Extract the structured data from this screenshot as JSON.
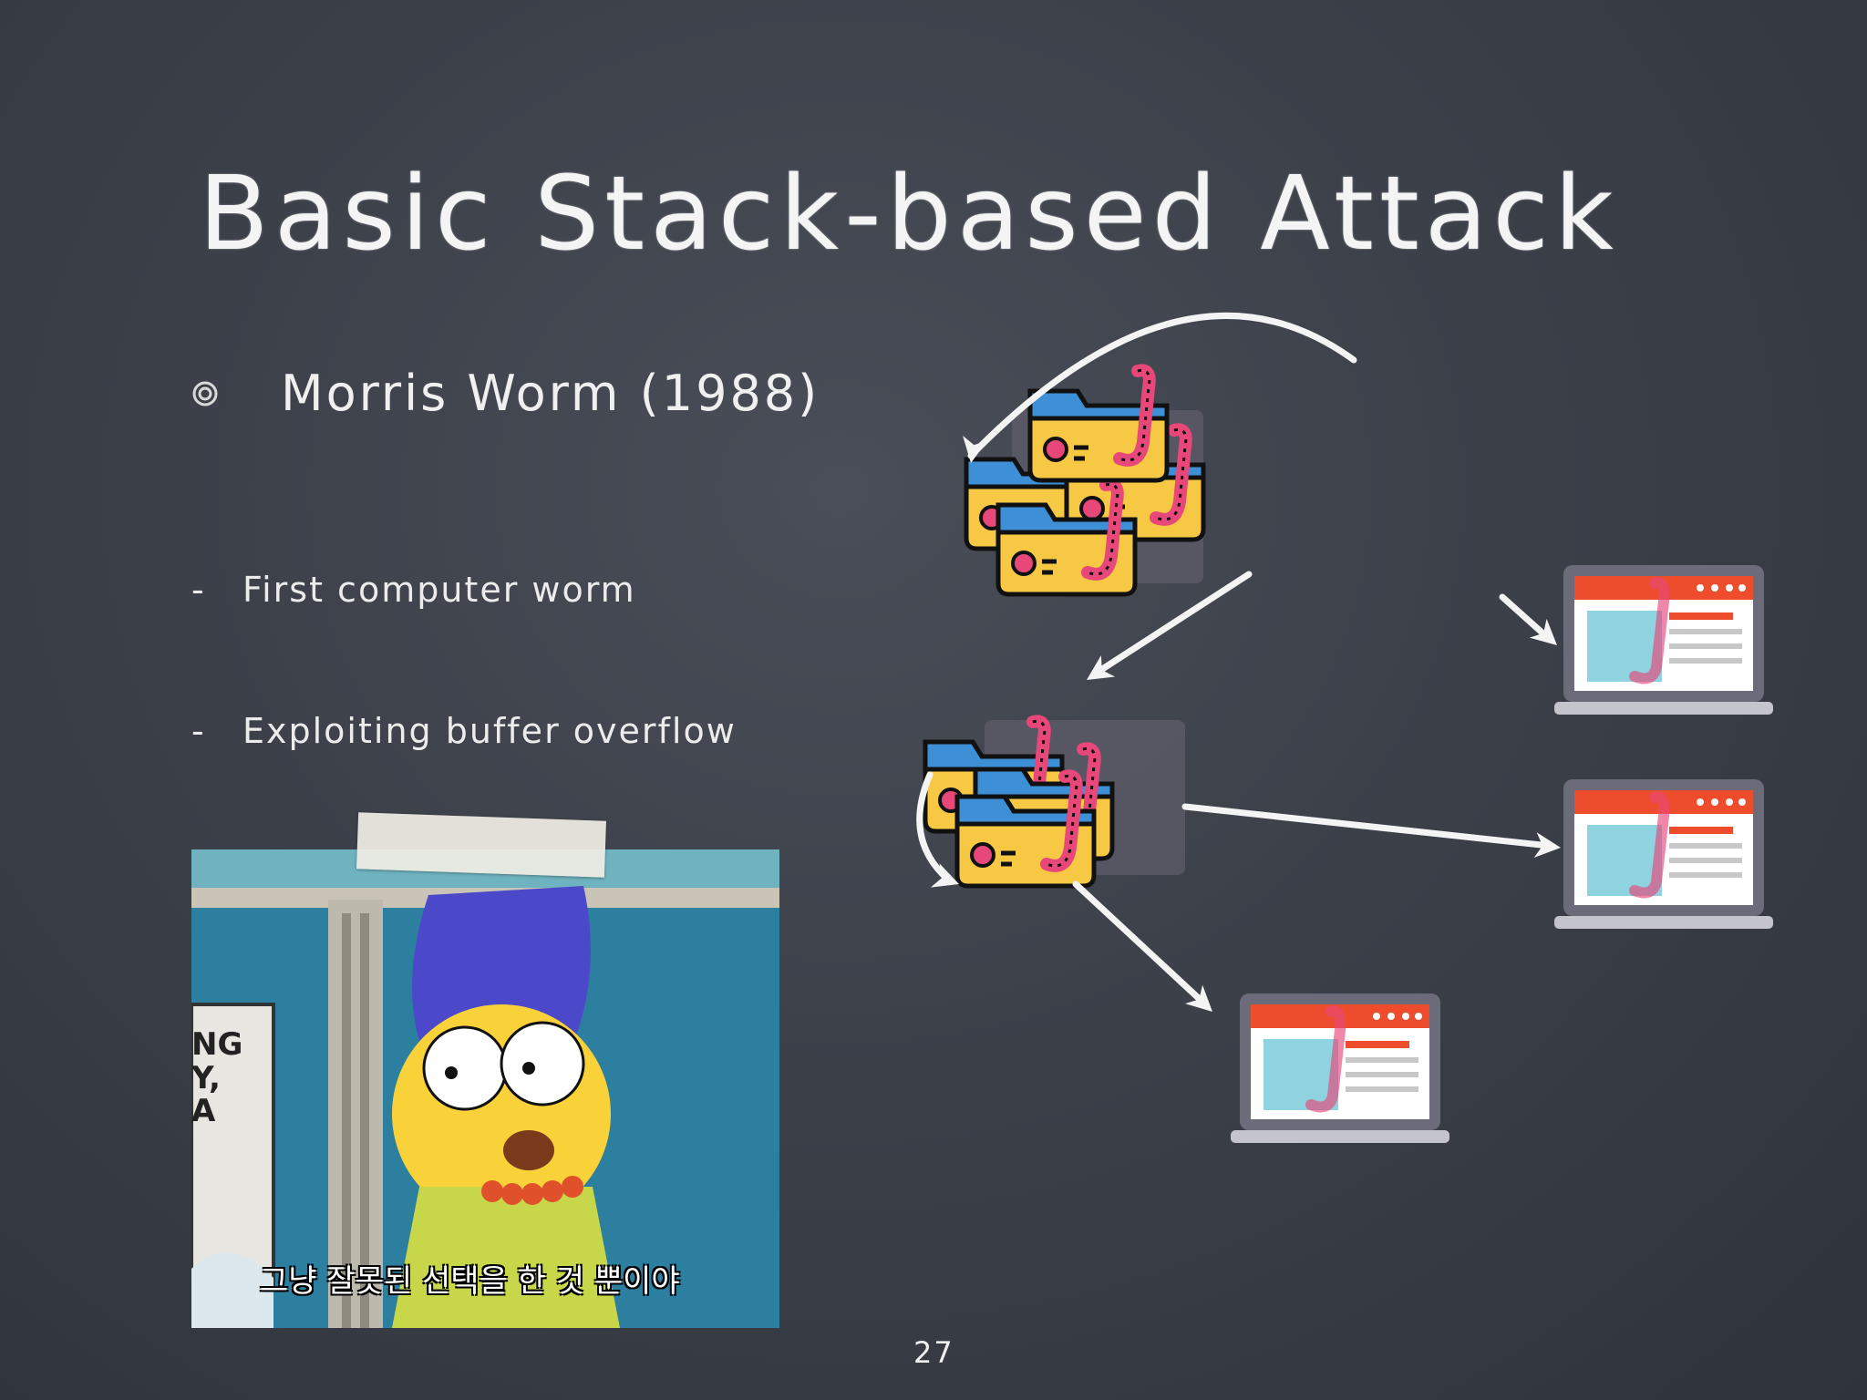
{
  "slide": {
    "title": "Basic Stack-based Attack",
    "bullet": "Morris Worm (1988)",
    "sub_items": [
      {
        "dash": "-",
        "text": "First computer worm"
      },
      {
        "dash": "-",
        "text": "Exploiting buffer overflow"
      }
    ],
    "image_caption": "그냥 잘못된 선택을 한 것 뿐이야",
    "page_number": "27"
  },
  "icons": {
    "bullet": "spiral-bullet-icon",
    "worm_folder": "worm-infected-folder-icon",
    "laptop": "infected-laptop-icon",
    "arrow": "chalk-arrow-icon"
  },
  "colors": {
    "background": "#3c4049",
    "text": "#f2f2f2",
    "folder_yellow": "#f7c843",
    "folder_blue": "#3d8fd6",
    "worm_pink": "#e8477a",
    "laptop_red": "#ee4d2d"
  }
}
